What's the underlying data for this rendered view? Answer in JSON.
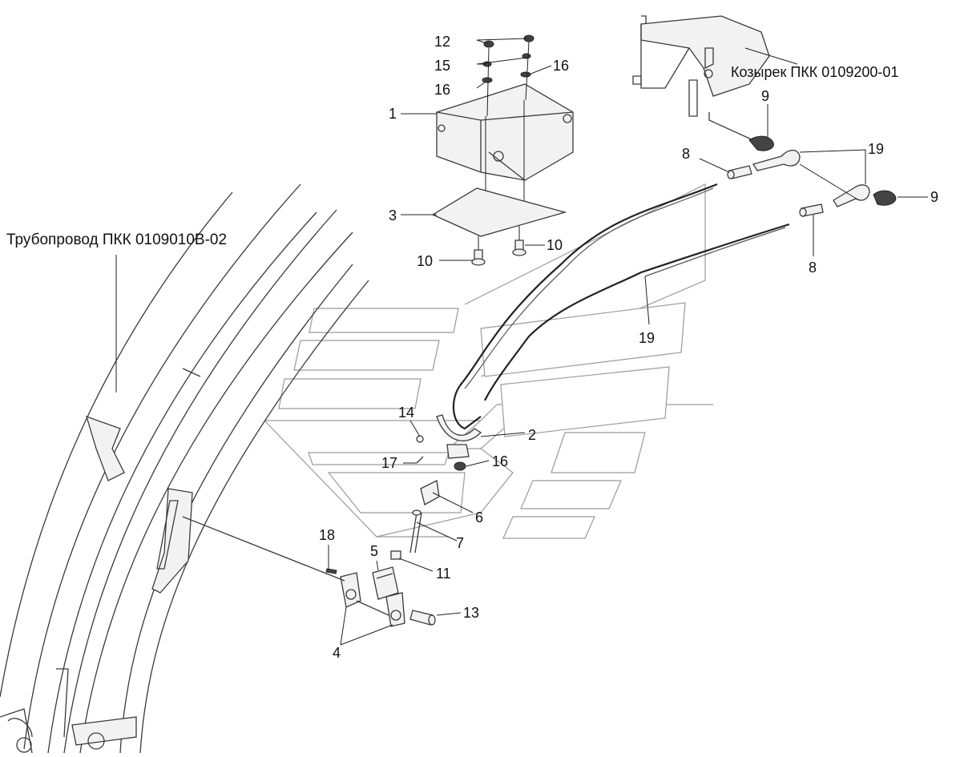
{
  "labels": {
    "canopy": "Козырек ПКК 0109200-01",
    "pipeline": "Трубопровод ПКК 0109010В-02",
    "n1": "1",
    "n2": "2",
    "n3": "3",
    "n4": "4",
    "n5": "5",
    "n6": "6",
    "n7": "7",
    "n8a": "8",
    "n8b": "8",
    "n9a": "9",
    "n9b": "9",
    "n10a": "10",
    "n10b": "10",
    "n11": "11",
    "n12": "12",
    "n13": "13",
    "n14": "14",
    "n15": "15",
    "n16a": "16",
    "n16b": "16",
    "n16c": "16",
    "n17": "17",
    "n18": "18",
    "n19a": "19",
    "n19b": "19"
  }
}
